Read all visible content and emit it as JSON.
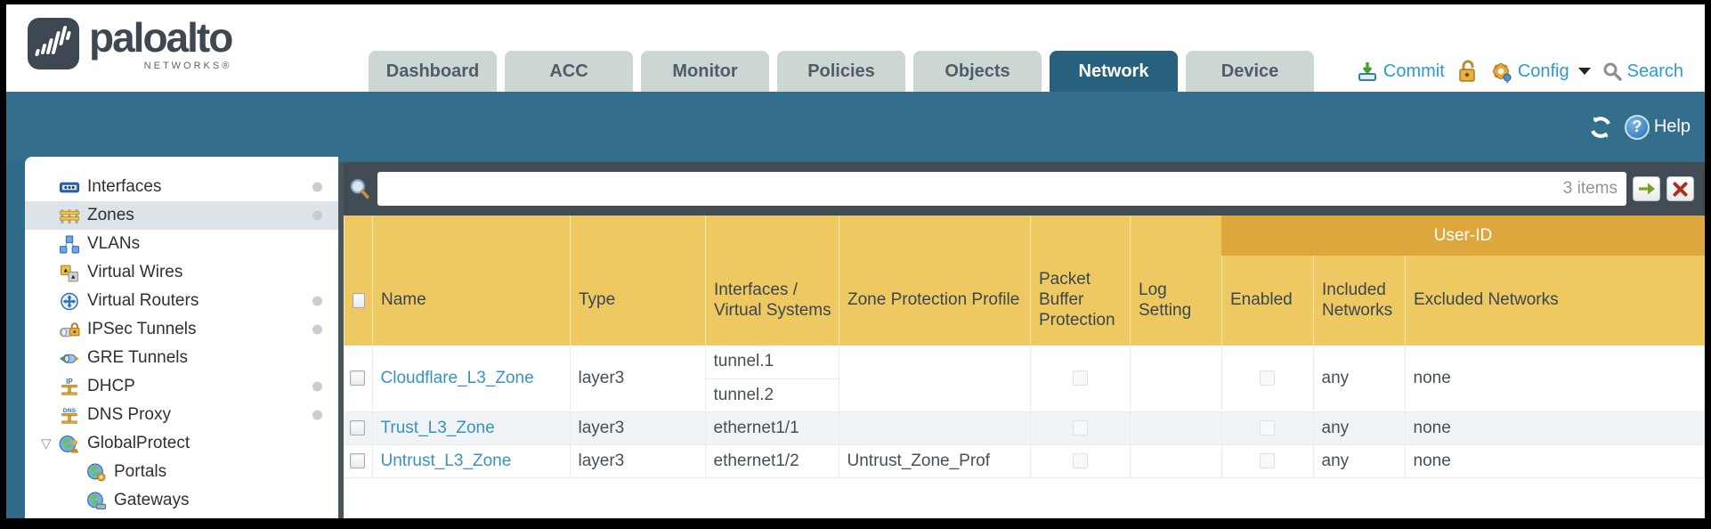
{
  "brand": {
    "wordmark": "paloalto",
    "network_sub": "NETWORKS®"
  },
  "nav": {
    "tabs": [
      {
        "label": "Dashboard",
        "active": false
      },
      {
        "label": "ACC",
        "active": false
      },
      {
        "label": "Monitor",
        "active": false
      },
      {
        "label": "Policies",
        "active": false
      },
      {
        "label": "Objects",
        "active": false
      },
      {
        "label": "Network",
        "active": true
      },
      {
        "label": "Device",
        "active": false
      }
    ]
  },
  "actions": {
    "commit": "Commit",
    "config": "Config",
    "search": "Search"
  },
  "banner": {
    "help_label": "Help"
  },
  "sidebar": {
    "items": [
      {
        "label": "Interfaces",
        "icon": "interfaces-icon",
        "dot": true,
        "selected": false
      },
      {
        "label": "Zones",
        "icon": "zones-icon",
        "dot": true,
        "selected": true
      },
      {
        "label": "VLANs",
        "icon": "vlans-icon",
        "dot": false,
        "selected": false
      },
      {
        "label": "Virtual Wires",
        "icon": "virtual-wires-icon",
        "dot": false,
        "selected": false
      },
      {
        "label": "Virtual Routers",
        "icon": "virtual-routers-icon",
        "dot": true,
        "selected": false
      },
      {
        "label": "IPSec Tunnels",
        "icon": "ipsec-tunnels-icon",
        "dot": true,
        "selected": false
      },
      {
        "label": "GRE Tunnels",
        "icon": "gre-tunnels-icon",
        "dot": false,
        "selected": false
      },
      {
        "label": "DHCP",
        "icon": "dhcp-icon",
        "dot": true,
        "selected": false
      },
      {
        "label": "DNS Proxy",
        "icon": "dns-proxy-icon",
        "dot": true,
        "selected": false
      },
      {
        "label": "GlobalProtect",
        "icon": "globalprotect-icon",
        "dot": false,
        "selected": false,
        "expandable": true,
        "expanded": true
      },
      {
        "label": "Portals",
        "icon": "portals-icon",
        "dot": false,
        "selected": false,
        "indent": true
      },
      {
        "label": "Gateways",
        "icon": "gateways-icon",
        "dot": false,
        "selected": false,
        "indent": true
      }
    ]
  },
  "toolbar": {
    "search_value": "",
    "items_count": "3 items"
  },
  "table": {
    "user_id_group_label": "User-ID",
    "columns": [
      "Name",
      "Type",
      "Interfaces / Virtual Systems",
      "Zone Protection Profile",
      "Packet Buffer Protection",
      "Log Setting",
      "Enabled",
      "Included Networks",
      "Excluded Networks"
    ],
    "rows": [
      {
        "name": "Cloudflare_L3_Zone",
        "type": "layer3",
        "interfaces": [
          "tunnel.1",
          "tunnel.2"
        ],
        "zone_protection_profile": "",
        "packet_buffer_protection": false,
        "log_setting": "",
        "user_id_enabled": false,
        "included_networks": "any",
        "excluded_networks": "none"
      },
      {
        "name": "Trust_L3_Zone",
        "type": "layer3",
        "interfaces": [
          "ethernet1/1"
        ],
        "zone_protection_profile": "",
        "packet_buffer_protection": false,
        "log_setting": "",
        "user_id_enabled": false,
        "included_networks": "any",
        "excluded_networks": "none"
      },
      {
        "name": "Untrust_L3_Zone",
        "type": "layer3",
        "interfaces": [
          "ethernet1/2"
        ],
        "zone_protection_profile": "Untrust_Zone_Prof",
        "packet_buffer_protection": false,
        "log_setting": "",
        "user_id_enabled": false,
        "included_networks": "any",
        "excluded_networks": "none"
      }
    ]
  },
  "colors": {
    "header_gold": "#eec860",
    "user_id_band": "#dda73d",
    "banner_blue": "#336f8d",
    "active_tab": "#27617d",
    "toolbar_dark": "#414c54",
    "link_blue": "#3693bd",
    "action_blue": "#2c9ad1",
    "selected_row": "#f0f4f6",
    "sidebar_selected": "#dde4e9"
  }
}
